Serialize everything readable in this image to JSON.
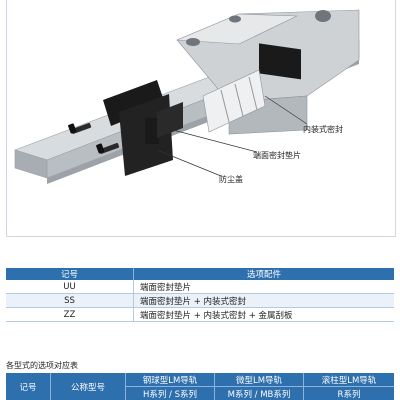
{
  "illustration": {
    "callouts": {
      "inner_seal": "内装式密封",
      "end_seal": "端面密封垫片",
      "dust_cover": "防尘盖"
    }
  },
  "options_table": {
    "headers": [
      "记号",
      "选项配件"
    ],
    "rows": [
      {
        "code": "UU",
        "description": "端面密封垫片"
      },
      {
        "code": "SS",
        "description": "端面密封垫片 + 内装式密封"
      },
      {
        "code": "ZZ",
        "description": "端面密封垫片 + 内装式密封 + 金属刮板"
      }
    ]
  },
  "section_title": "各型式的选项对应表",
  "correspondence_table": {
    "headers": {
      "code": "记号",
      "model": "公称型号",
      "steel_ball": "钢球型LM导轨",
      "miniature": "微型LM导轨",
      "roller": "滚柱型LM导轨"
    },
    "subheaders": {
      "steel_ball": "H系列 / S系列",
      "miniature": "M系列 / MB系列",
      "roller": "R系列"
    }
  },
  "colors": {
    "header_blue": "#2e6fae",
    "row_alt": "#eaf1f8",
    "seal_black": "#1a1a1a",
    "metal_gray": "#c4c7ca"
  }
}
